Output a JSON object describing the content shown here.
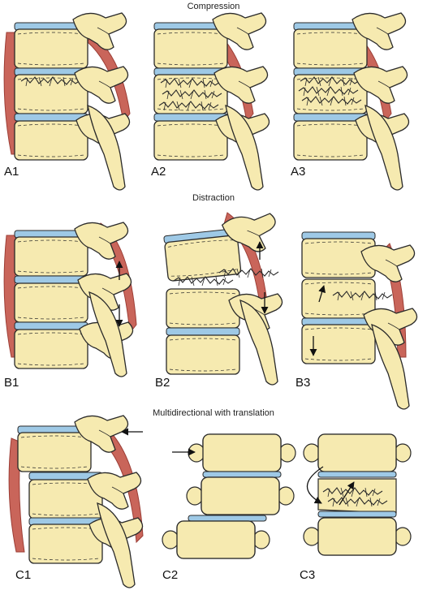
{
  "sections": [
    {
      "title": "Compression",
      "panels": [
        "A1",
        "A2",
        "A3"
      ]
    },
    {
      "title": "Distraction",
      "panels": [
        "B1",
        "B2",
        "B3"
      ]
    },
    {
      "title": "Multidirectional with translation",
      "panels": [
        "C1",
        "C2",
        "C3"
      ]
    }
  ],
  "colors": {
    "bone": "#f6eab0",
    "bone_shade": "#e3d48b",
    "outline": "#2a2a2a",
    "disc": "#9ec9e6",
    "disc_dark": "#6aa3cf",
    "ligament": "#c9655a",
    "ligament_dark": "#9c3e36",
    "fracture": "#2a2a2a"
  },
  "icons": [
    "vertebra-illustration",
    "disc-illustration",
    "ligament-illustration",
    "fracture-lines",
    "arrow-icon"
  ]
}
